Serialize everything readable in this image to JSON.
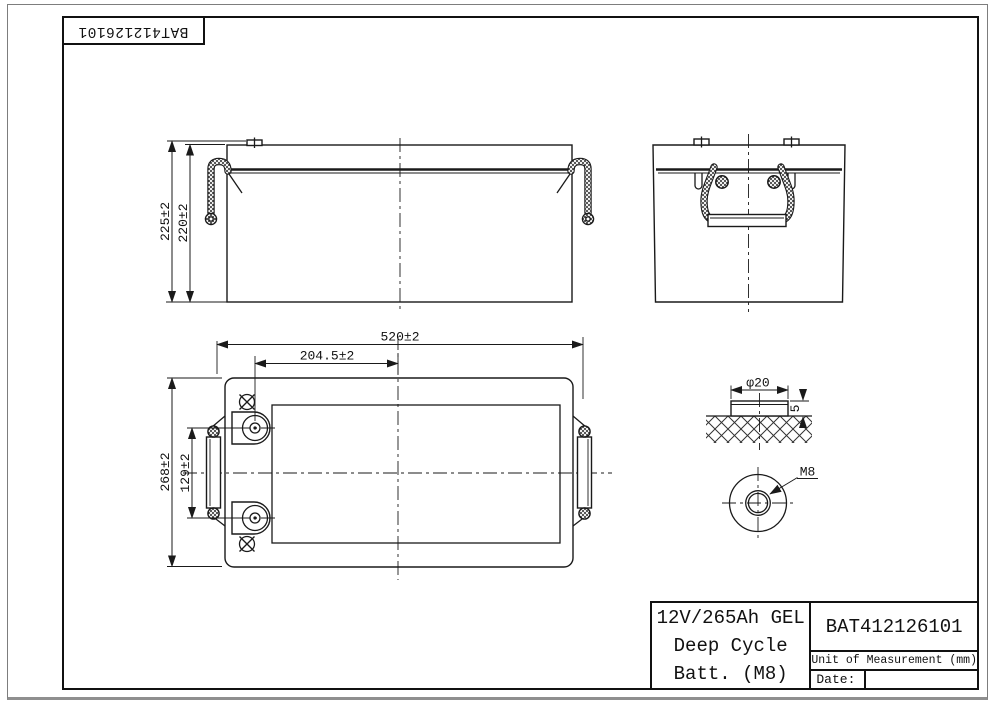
{
  "sheet": {
    "corner_label": "BAT412126101"
  },
  "title_block": {
    "product": [
      "12V/265Ah GEL",
      "Deep Cycle",
      "Batt. (M8)"
    ],
    "part_number": "BAT412126101",
    "unit_note": "Unit of Measurement (mm)",
    "date_label": "Date:",
    "date_value": ""
  },
  "dims": {
    "front_total_height": "225±2",
    "front_case_height": "220±2",
    "top_length": "520±2",
    "terminal_offset": "204.5±2",
    "top_width": "268±2",
    "terminal_pitch": "129±2",
    "post_diameter": "φ20",
    "post_height": "5",
    "thread": "M8"
  }
}
